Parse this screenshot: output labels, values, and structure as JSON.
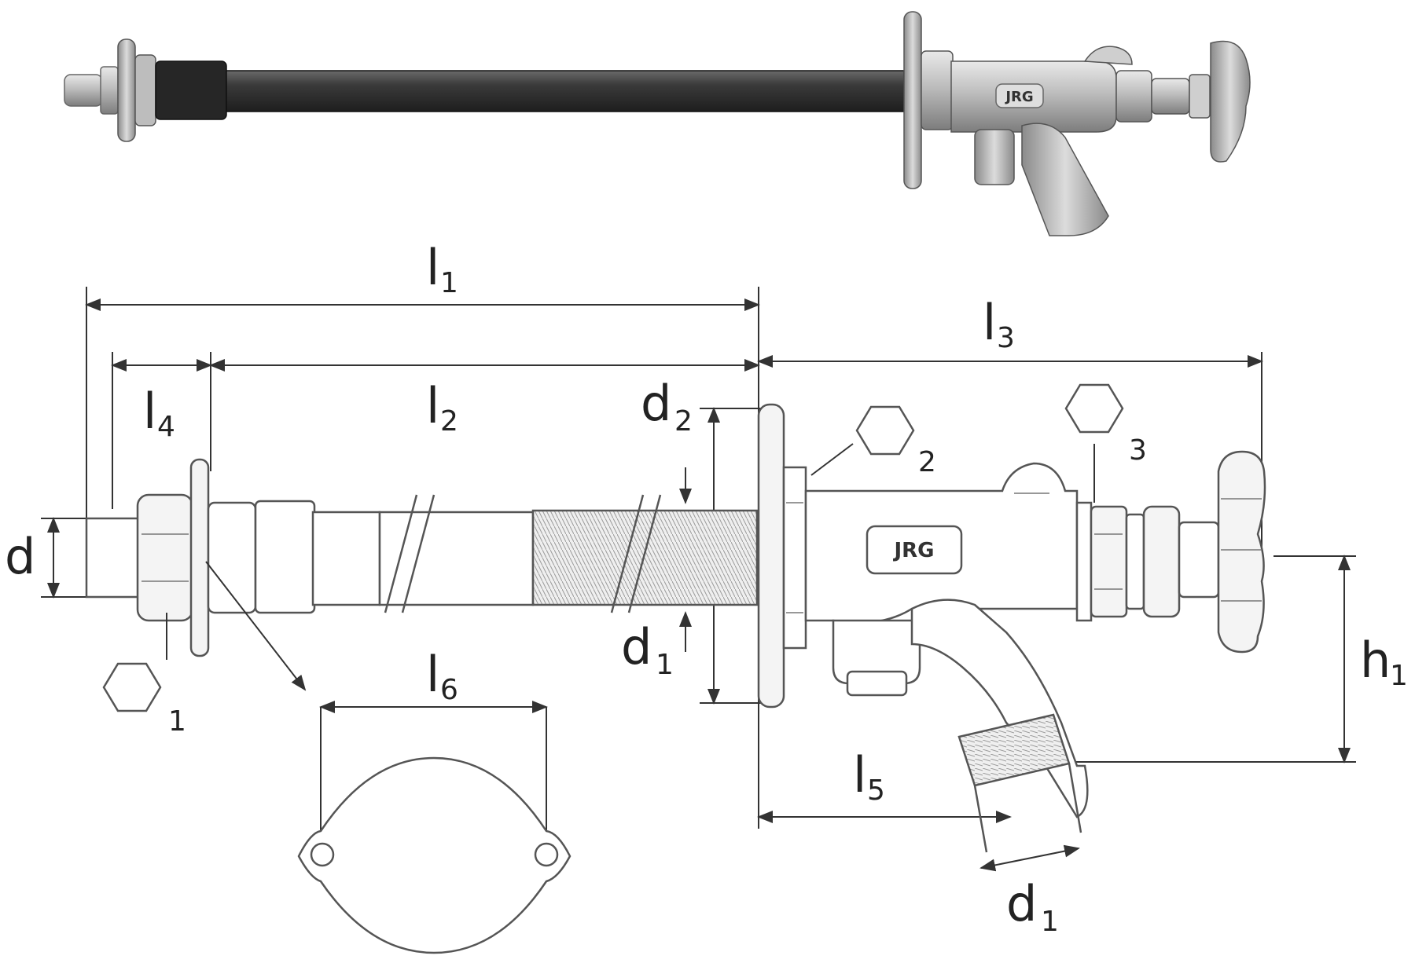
{
  "product": {
    "brand_mark": "JRG"
  },
  "drawing": {
    "brand_mark": "JRG",
    "dimensions": {
      "l1": {
        "main": "l",
        "sub": "1"
      },
      "l2": {
        "main": "l",
        "sub": "2"
      },
      "l3": {
        "main": "l",
        "sub": "3"
      },
      "l4": {
        "main": "l",
        "sub": "4"
      },
      "l5": {
        "main": "l",
        "sub": "5"
      },
      "l6": {
        "main": "l",
        "sub": "6"
      },
      "d": {
        "main": "d"
      },
      "d1_pipe": {
        "main": "d",
        "sub": "1"
      },
      "d1_outlet": {
        "main": "d",
        "sub": "1"
      },
      "d2": {
        "main": "d",
        "sub": "2"
      },
      "h1": {
        "main": "h",
        "sub": "1"
      }
    },
    "wrench_sizes": [
      {
        "id": "hex1",
        "number": "1"
      },
      {
        "id": "hex2",
        "number": "2"
      },
      {
        "id": "hex3",
        "number": "3"
      }
    ]
  },
  "colors": {
    "line": "#333333",
    "pipe_dark": "#2e2e2e",
    "brass": "#b9b9b9"
  }
}
